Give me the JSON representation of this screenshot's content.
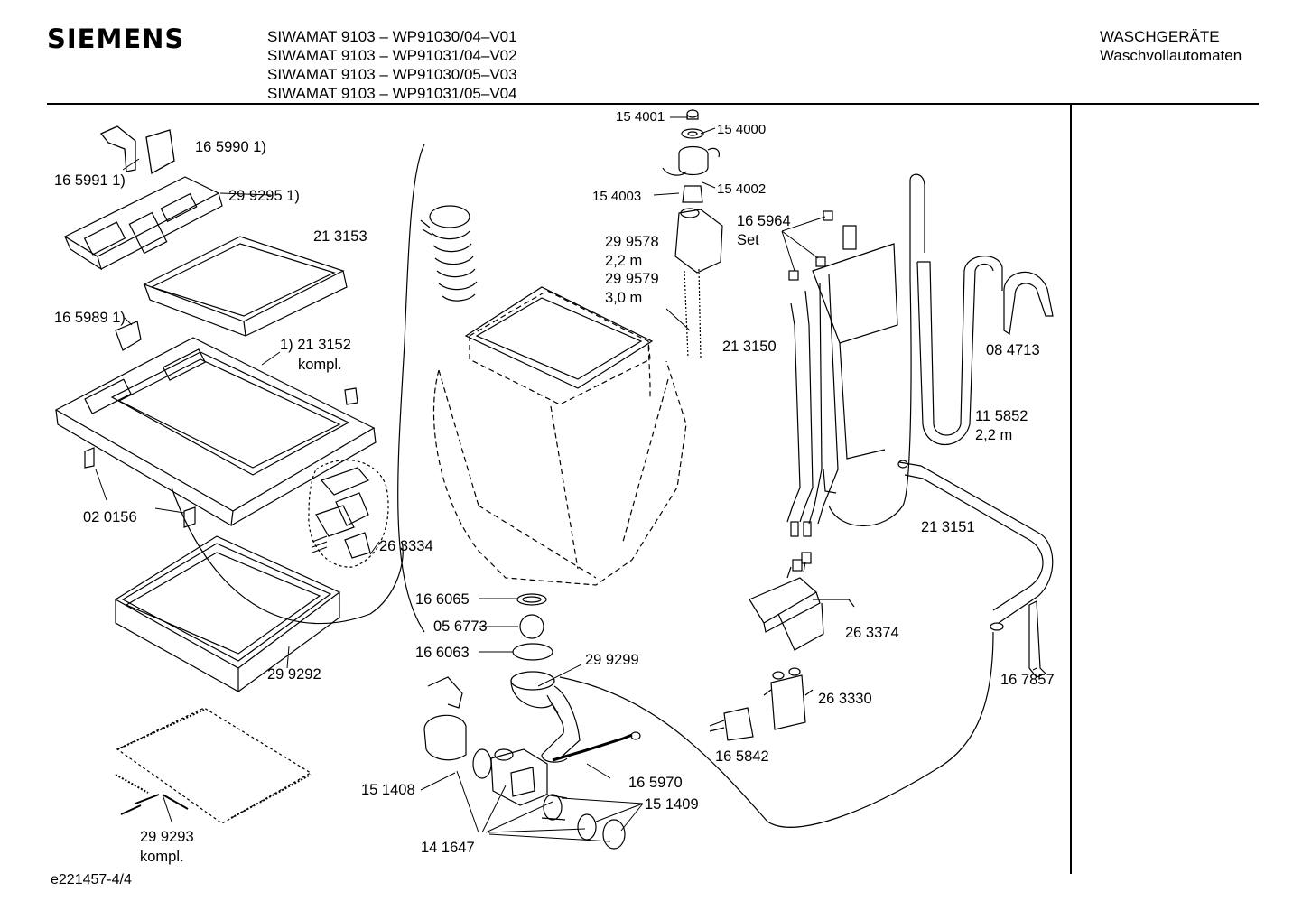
{
  "header": {
    "brand": "SIEMENS",
    "models": [
      "SIWAMAT 9103 – WP91030/04–V01",
      "SIWAMAT 9103 – WP91031/04–V02",
      "SIWAMAT 9103 – WP91030/05–V03",
      "SIWAMAT 9103 – WP91031/05–V04"
    ],
    "category": "WASCHGERÄTE",
    "subcategory": "Waschvollautomaten"
  },
  "footer": {
    "doc_id": "e221457-4/4"
  },
  "labels": {
    "p165990": "16 5990 1)",
    "p165991": "16 5991 1)",
    "p299295": "29 9295 1)",
    "p213153": "21 3153",
    "p165989": "16 5989 1)",
    "p213152": "1) 21 3152",
    "p213152_kompl": "kompl.",
    "p020156": "02 0156",
    "p263334": "26 3334",
    "p299292": "29 9292",
    "p299293": "29 9293",
    "p299293_kompl": "kompl.",
    "p154001": "15 4001",
    "p154000": "15 4000",
    "p154003": "15 4003",
    "p154002": "15 4002",
    "p299578": "29 9578",
    "p299578_len": "2,2 m",
    "p299579": "29 9579",
    "p299579_len": "3,0 m",
    "p166065": "16 6065",
    "p056773": "05 6773",
    "p166063": "16 6063",
    "p299299": "29 9299",
    "p165970": "16 5970",
    "p151408": "15 1408",
    "p151409": "15 1409",
    "p141647": "14 1647",
    "p165964": "16 5964",
    "p165964_set": "Set",
    "p213150": "21 3150",
    "p084713": "08 4713",
    "p115852": "11 5852",
    "p115852_len": "2,2 m",
    "p213151": "21 3151",
    "p263374": "26 3374",
    "p263330": "26 3330",
    "p165842": "16 5842",
    "p167857": "16 7857"
  }
}
